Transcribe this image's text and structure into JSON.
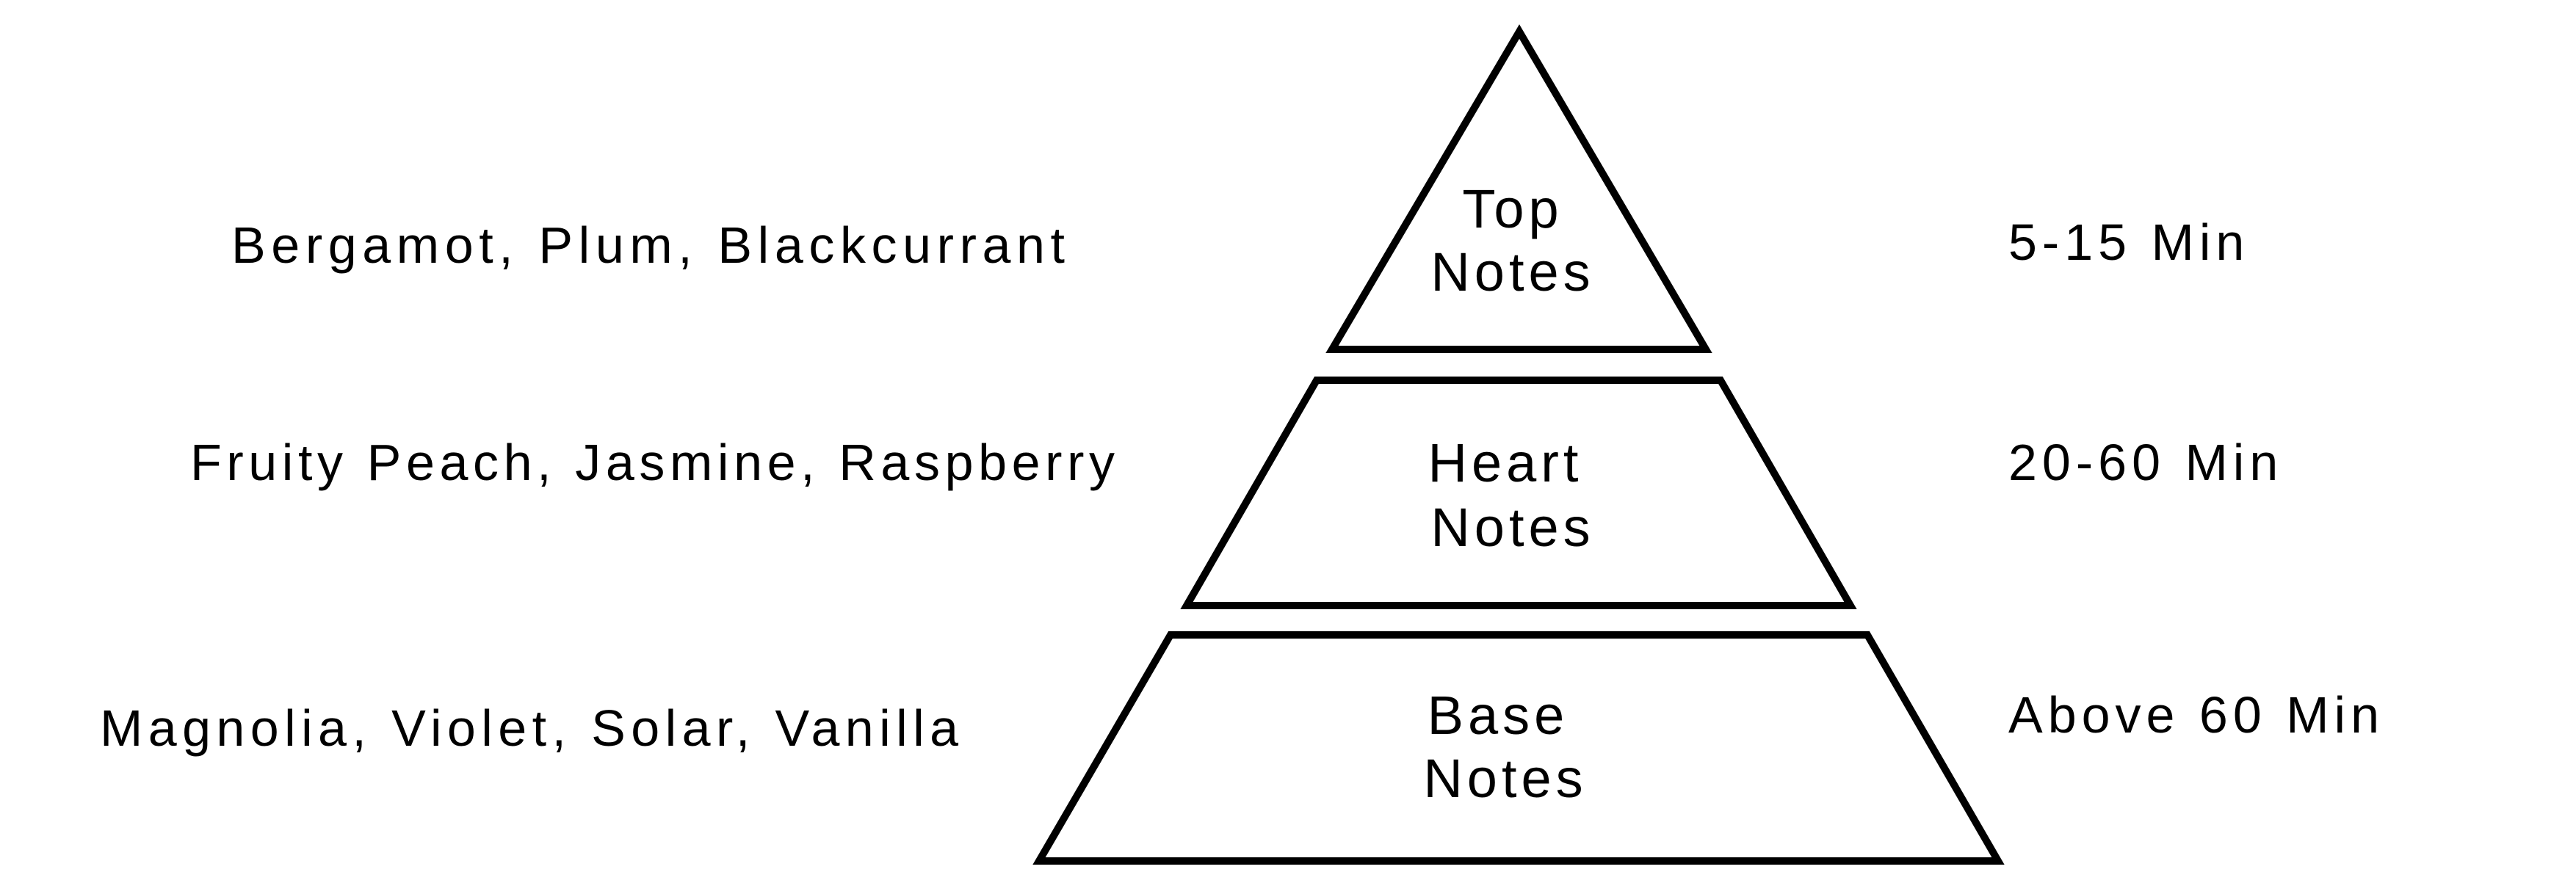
{
  "tiers": [
    {
      "line1": "Top",
      "line2": "Notes",
      "ingredients": "Bergamot, Plum, Blackcurrant",
      "duration": "5-15 Min"
    },
    {
      "line1": "Heart",
      "line2": "Notes",
      "ingredients": "Fruity Peach, Jasmine, Raspberry",
      "duration": "20-60 Min"
    },
    {
      "line1": "Base",
      "line2": "Notes",
      "ingredients": "Magnolia, Violet, Solar, Vanilla",
      "duration": "Above 60 Min"
    }
  ]
}
